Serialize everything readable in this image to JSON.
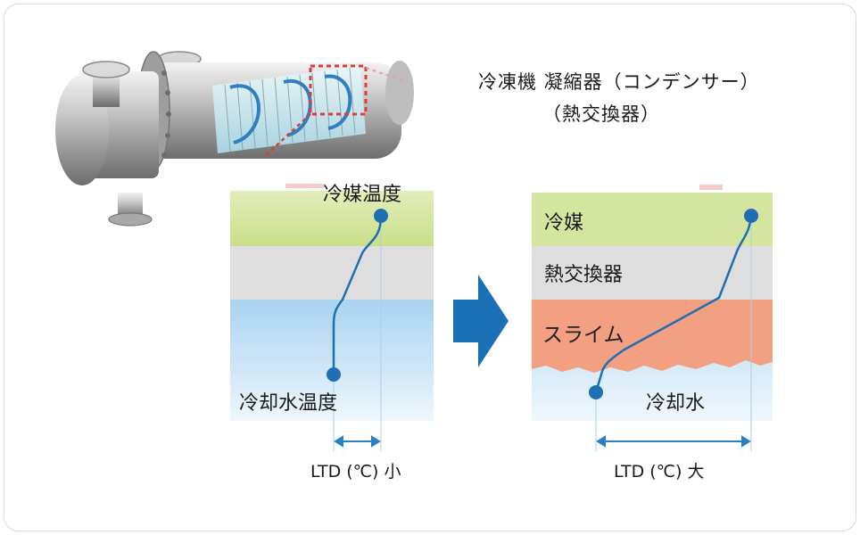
{
  "title": {
    "line1": "冷凍機 凝縮器（コンデンサー）",
    "line2": "（熱交換器）"
  },
  "left_diagram": {
    "refrigerant_temp_label": "冷媒温度",
    "cooling_water_temp_label": "冷却水温度",
    "ltd_label": "LTD (℃) 小"
  },
  "right_diagram": {
    "refrigerant_label": "冷媒",
    "heat_exchanger_label": "熱交換器",
    "slime_label": "スライム",
    "cooling_water_label": "冷却水",
    "ltd_label": "LTD (℃) 大"
  },
  "colors": {
    "refrigerant_layer": "#d4e5a0",
    "heat_exchanger_layer": "#dedede",
    "cooling_water_layer": "#cfe6f5",
    "slime_layer": "#f2a081",
    "line": "#1f6fb2",
    "arrow": "#1a6fb5"
  }
}
